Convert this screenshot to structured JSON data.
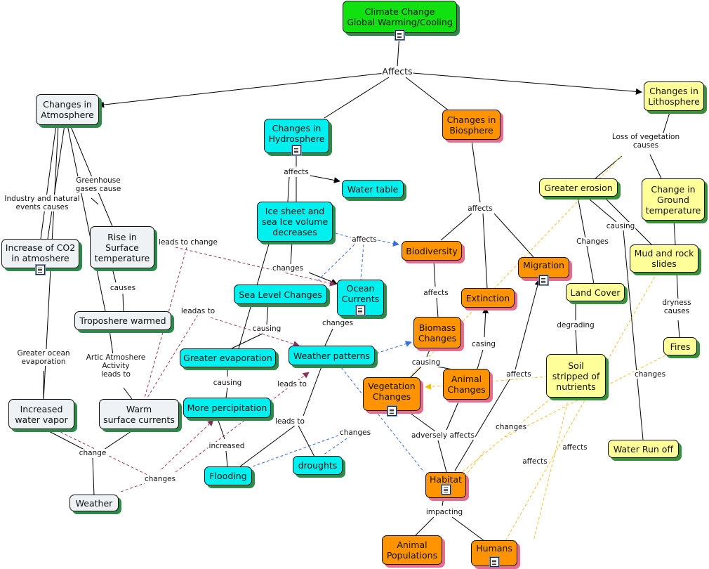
{
  "nodes": {
    "climate": "Climate Change\nGlobal Warming/Cooling",
    "atmosphere": "Changes in\nAtmosphere",
    "hydrosphere": "Changes in\nHydrosphere",
    "biosphere": "Changes in\nBiosphere",
    "lithosphere": "Changes in\nLithosphere",
    "water_table": "Water table",
    "ice_sheet": "Ice sheet and\nsea Ice volume\ndecreases",
    "greater_erosion": "Greater erosion",
    "ground_temp": "Change in\nGround\ntemperature",
    "co2": "Increase of CO2\nin atmoshere",
    "surface_temp": "Rise in\nSurface\ntemperature",
    "biodiversity": "Biodiversity",
    "migration": "Migration",
    "mud_slides": "Mud and rock\nslides",
    "sea_level": "Sea Level Changes",
    "ocean_currents": "Ocean\nCurrents",
    "extinction": "Extinction",
    "land_cover": "Land Cover",
    "troposhere": "Troposhere warmed",
    "biomass": "Biomass\nChanges",
    "fires": "Fires",
    "greater_evap": "Greater evaporation",
    "weather_patterns": "Weather patterns",
    "soil": "Soil\nstripped of\nnutrients",
    "vegetation": "Vegetation\nChanges",
    "animal_changes": "Animal\nChanges",
    "water_vapor": "Increased\nwater vapor",
    "warm_currents": "Warm\nsurface currents",
    "percipitation": "More percipitation",
    "water_runoff": "Water Run off",
    "flooding": "Flooding",
    "droughts": "droughts",
    "habitat": "Habitat",
    "weather": "Weather",
    "animal_populations": "Animal\nPopulations",
    "humans": "Humans"
  },
  "labels": {
    "affects_main": "Affects",
    "loss_veg": "Loss of vegetation\ncauses",
    "affects_hydro": "affects",
    "greenhouse": "Greenhouse\ngases cause",
    "industry": "Industry and natural\nevents causes",
    "leads_to_change": "leads to change",
    "affects_bio": "affects",
    "affects_ice": "affects",
    "causing_erosion": "causing",
    "changes_erosion": "Changes",
    "changes_ice": "changes",
    "causes_rise": "causes",
    "affects_biodiv": "affects",
    "dryness": "dryness\ncauses",
    "leadas_to": "leadas to",
    "causing_sea": "causing",
    "changes_ocean": "changes",
    "degrading": "degrading",
    "casing": "casing",
    "greater_ocean_evap": "Greater ocean\nevaporation",
    "artic": "Artic Atmoshere\nActivity\nleads to",
    "causing_biomass": "causing",
    "changes_fires": "changes",
    "causing_evap": "causing",
    "leads_to_wp": "leads to",
    "affects_habitat_mig": "affects",
    "leads_to_droughts": "leads to",
    "adversely": "adversely affects",
    "changes_soil": "changes",
    "changes_wp": "changes",
    "affects_soil_hum": "affects",
    "affects_runoff": "affects",
    "increased": "increased",
    "change_weather": "change",
    "changes_weather": "changes",
    "impacting": "impacting"
  },
  "colors": {
    "green": "#11e011",
    "gray": "#eef2f4",
    "cyan": "#00f0f0",
    "orange": "#ff9400",
    "yellow": "#ffff99",
    "dash_maroon": "#a03a5a",
    "dash_blue": "#3a6ee0",
    "dash_yellow": "#f0c030"
  },
  "icons": [
    "document-icon"
  ]
}
